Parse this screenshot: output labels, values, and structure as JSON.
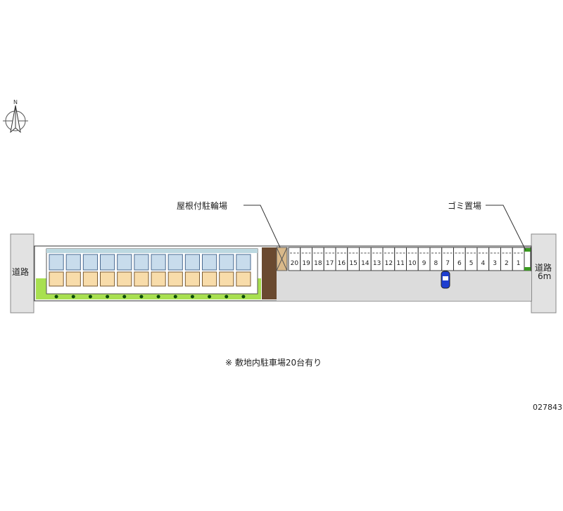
{
  "compass": {
    "north_label": "N"
  },
  "labels": {
    "bike_parking": "屋根付駐輪場",
    "garbage": "ゴミ置場",
    "road_left": "道路",
    "road_right": "道路",
    "road_right_width": "6m",
    "note": "※ 敷地内駐車場20台有り",
    "code": "027843"
  },
  "parking": {
    "stalls": [
      "20",
      "19",
      "18",
      "17",
      "16",
      "15",
      "14",
      "13",
      "12",
      "11",
      "10",
      "9",
      "8",
      "7",
      "6",
      "5",
      "4",
      "3",
      "2",
      "1"
    ]
  },
  "building": {
    "units": 12
  },
  "colors": {
    "road": "#e2e2e2",
    "drive": "#dcdcdc",
    "lawn": "#a8e050",
    "unit": "#f8dcaa",
    "bike": "#6a4a30",
    "car": "#1f3fd0"
  }
}
